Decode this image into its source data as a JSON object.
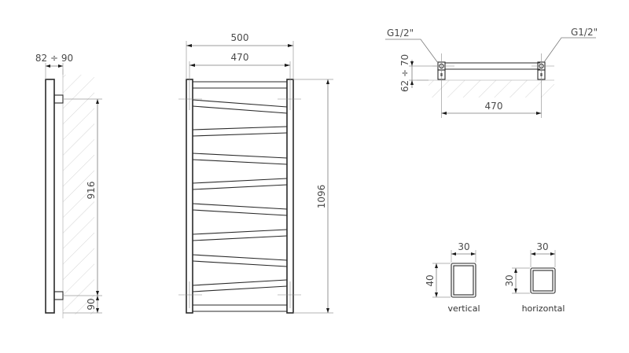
{
  "side_view": {
    "depth_label": "82 ÷ 90",
    "mount_height_label": "916",
    "bottom_offset_label": "90"
  },
  "front_view": {
    "overall_width_label": "500",
    "axis_width_label": "470",
    "overall_height_label": "1096",
    "rail_pairs": 8
  },
  "top_view": {
    "connection_left_label": "G1/2\"",
    "connection_right_label": "G1/2\"",
    "wall_distance_label": "62 ÷ 70",
    "axis_width_label": "470"
  },
  "profiles": {
    "vertical": {
      "width_label": "30",
      "height_label": "40",
      "caption": "vertical"
    },
    "horizontal": {
      "width_label": "30",
      "height_label": "30",
      "caption": "horizontal"
    }
  },
  "colors": {
    "outline": "#2a2a2a",
    "dimension": "#7a7a7a",
    "hatch": "#c8c8c8",
    "text": "#4a4a4a"
  }
}
